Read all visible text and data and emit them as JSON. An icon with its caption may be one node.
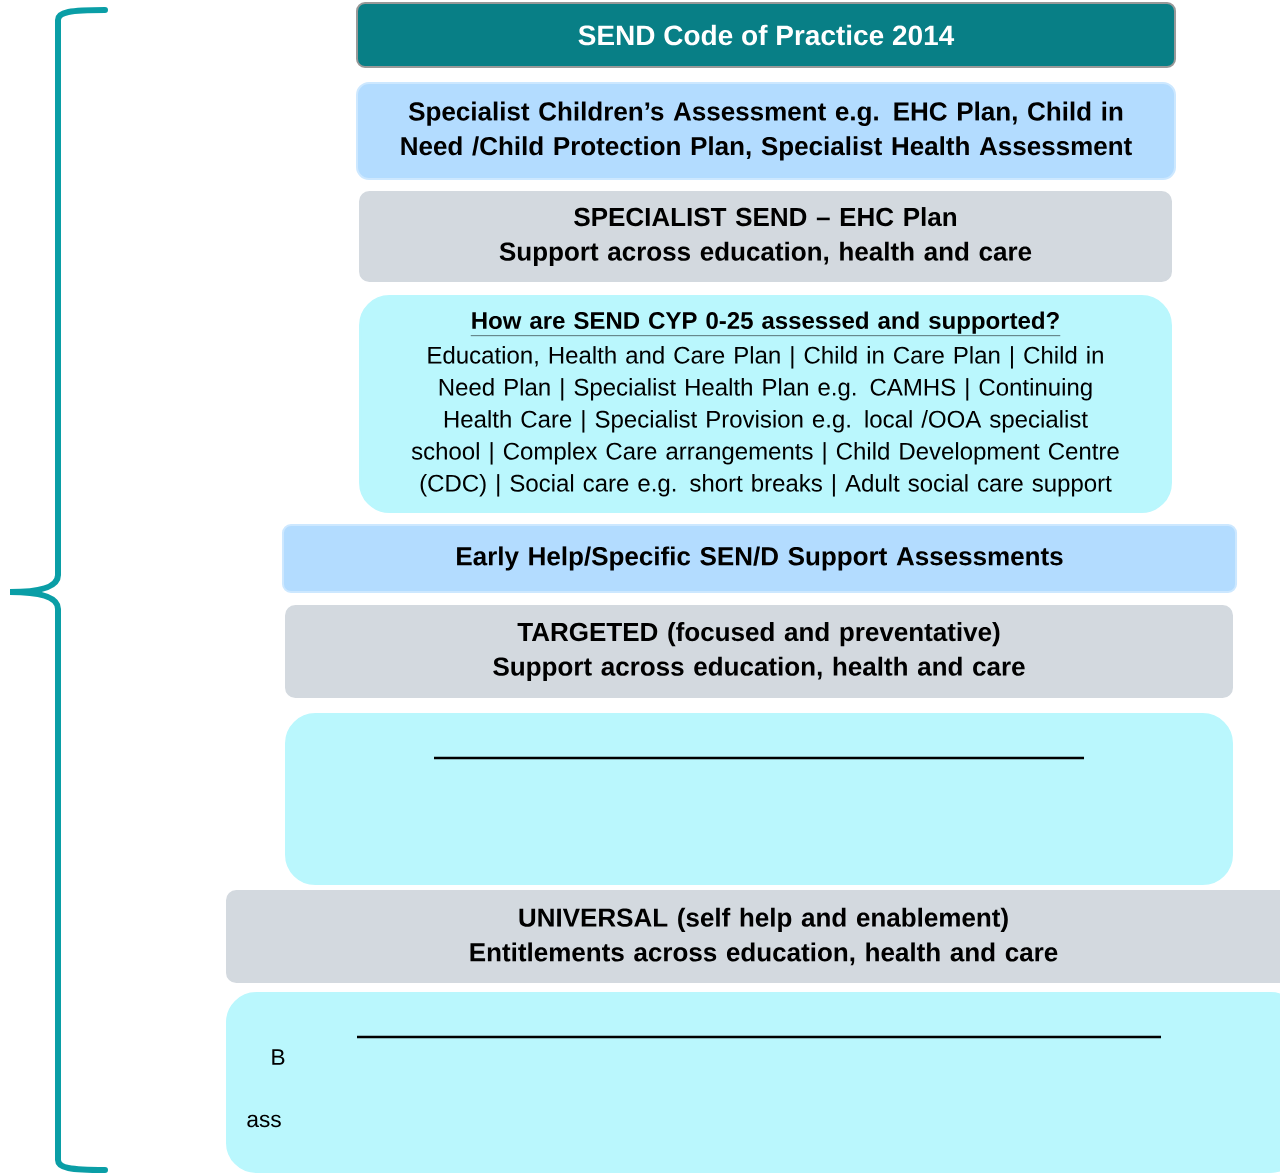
{
  "diagram": {
    "nodes": [
      {
        "text": [
          "SEND Code of Practice 2014"
        ]
      },
      {
        "text": [
          "Specialist Children’s Assessment e.g. EHC Plan, Child in Need /Child Protection Plan, Specialist Health Assessment"
        ]
      },
      {
        "text": [
          "SPECIALIST SEND – EHC Plan",
          "Support across education, health and care"
        ]
      },
      {
        "text": [
          "How are SEND CYP 0-25 assessed and supported?",
          "Education, Health and Care Plan | Child in Care Plan | Child in Need Plan | Specialist Health Plan e.g. CAMHS | Continuing Health Care | Specialist Provision e.g. local /OOA specialist school | Complex Care arrangements | Child Development Centre (CDC) | Social care e.g. short breaks | Adult social care support"
        ]
      },
      {
        "text": [
          "Early Help/Specific SEN/D Support Assessments"
        ]
      },
      {
        "text": [
          "TARGETED (focused and preventative)",
          "Support across education, health and care"
        ]
      },
      {
        "text": [],
        "shape": "box"
      },
      {
        "text": [
          "UNIVERSAL (self help and enablement)",
          "Entitlements across education, health and care"
        ]
      },
      {
        "text": [
          "B",
          "ass"
        ]
      }
    ]
  }
}
